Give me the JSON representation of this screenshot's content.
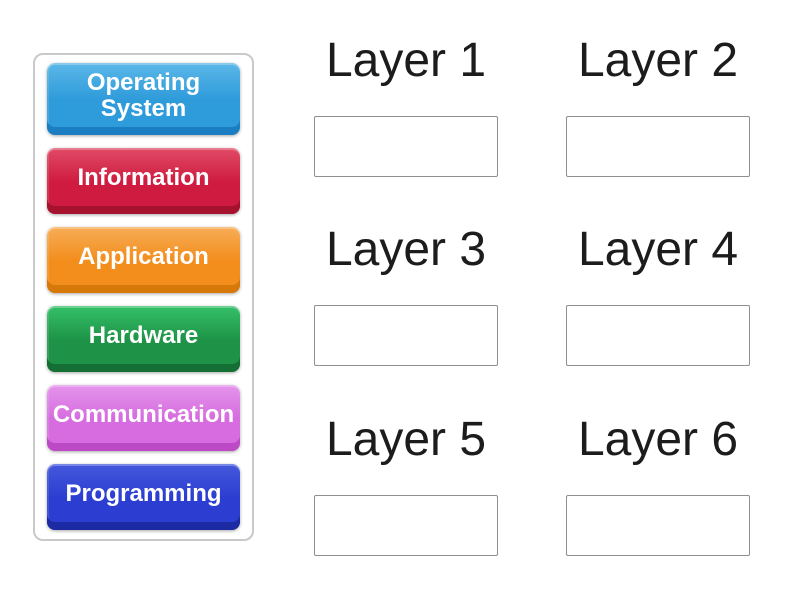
{
  "game": {
    "tiles": [
      {
        "label": "Operating System",
        "colors": {
          "main": "#2E9BDA",
          "light": "#5BB7E8",
          "dark": "#1C7EC2"
        }
      },
      {
        "label": "Information",
        "colors": {
          "main": "#CF1B3F",
          "light": "#E04B66",
          "dark": "#A5122E"
        }
      },
      {
        "label": "Application",
        "colors": {
          "main": "#F38D1C",
          "light": "#F7AD57",
          "dark": "#D6780A"
        }
      },
      {
        "label": "Hardware",
        "colors": {
          "main": "#1E9347",
          "light": "#34C068",
          "dark": "#156E34"
        }
      },
      {
        "label": "Communication",
        "colors": {
          "main": "#D66CDF",
          "light": "#E494EB",
          "dark": "#BC4AC7"
        }
      },
      {
        "label": "Programming",
        "colors": {
          "main": "#2B3ED1",
          "light": "#4458DC",
          "dark": "#1C2BA3"
        }
      }
    ],
    "groups": [
      {
        "label": "Layer 1"
      },
      {
        "label": "Layer 2"
      },
      {
        "label": "Layer 3"
      },
      {
        "label": "Layer 4"
      },
      {
        "label": "Layer 5"
      },
      {
        "label": "Layer 6"
      }
    ]
  }
}
